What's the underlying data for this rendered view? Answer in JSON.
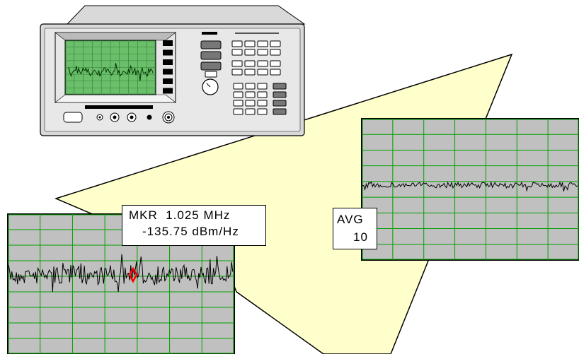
{
  "colors": {
    "beam": "#ffffcc",
    "screen_grid_bg": "#c0c0c0",
    "grid_lines": "#00a000",
    "trace": "#000000",
    "marker": "#ff0000",
    "instrument_body": "#d9d9d9",
    "mini_screen": "#6bbf6b"
  },
  "icons": [
    "spectrum-analyzer-icon",
    "marker-diamond-icon",
    "knob-icon",
    "connector-icon"
  ],
  "marker_readout": {
    "line1": "MKR  1.025 MHz",
    "line2": "-135.75 dBm/Hz"
  },
  "average_readout": {
    "line1": "AVG",
    "line2": "10"
  }
}
